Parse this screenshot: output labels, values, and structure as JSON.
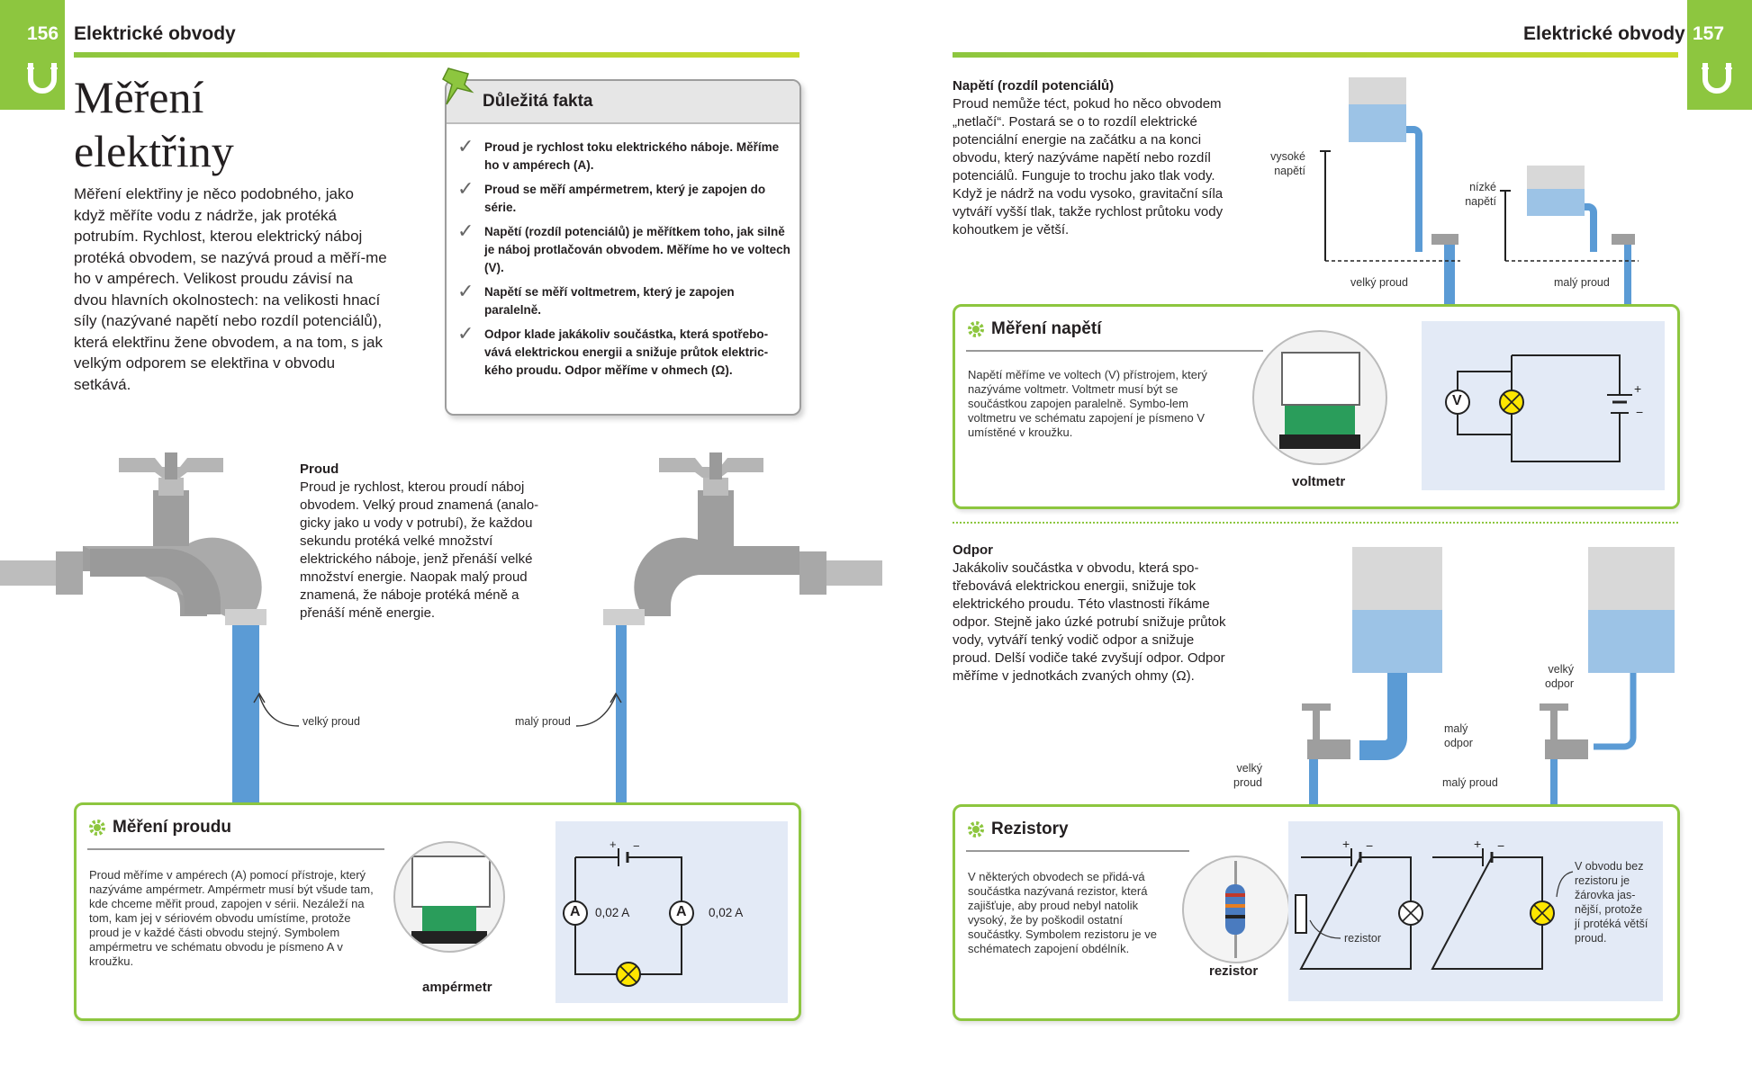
{
  "header": {
    "left_page_number": "156",
    "right_page_number": "157",
    "left_chapter": "Elektrické obvody",
    "right_chapter": "Elektrické obvody",
    "accent_color": "#8dc63f"
  },
  "title": {
    "line1": "Měření",
    "line2": "elektřiny"
  },
  "intro": "Měření elektřiny je něco podobného, jako když měříte vodu z nádrže, jak protéká potrubím. Rychlost, kterou elektrický náboj protéká obvodem, se nazývá proud a měří-me ho v ampérech. Velikost proudu závisí na dvou hlavních okolnostech: na velikosti hnací síly (nazývané napětí nebo rozdíl potenciálů), která elektřinu žene obvodem, a na tom, s jak velkým odporem se elektřina v obvodu setkává.",
  "facts": {
    "title": "Důležitá fakta",
    "items": [
      "Proud je rychlost toku elektrického náboje. Měříme ho v ampérech (A).",
      "Proud se měří ampérmetrem, který je zapojen do série.",
      "Napětí (rozdíl potenciálů) je měřítkem toho, jak silně je náboj protlačován obvodem. Měříme ho ve voltech (V).",
      "Napětí se měří voltmetrem, který je zapojen paralelně.",
      "Odpor klade jakákoliv součástka, která spotřebo-vává elektrickou energii a snižuje průtok elektric-kého proudu. Odpor měříme v ohmech (Ω)."
    ]
  },
  "proud": {
    "heading": "Proud",
    "text": "Proud je rychlost, kterou proudí náboj obvodem. Velký proud znamená (analo-gicky jako u vody v potrubí), že každou sekundu protéká velké množství elektrického náboje, jenž přenáší velké množství energie. Naopak malý proud znamená, že náboje protéká méně a přenáší méně energie.",
    "label_big": "velký proud",
    "label_small": "malý proud"
  },
  "mereni_proudu": {
    "title": "Měření proudu",
    "text": "Proud měříme v ampérech (A) pomocí přístroje, který nazýváme ampérmetr. Ampérmetr musí být všude tam, kde chceme měřit proud, zapojen v sérii. Nezáleží na tom, kam jej v sériovém obvodu umístíme, protože proud je v každé části obvodu stejný. Symbolem ampérmetru ve schématu obvodu je písmeno A v kroužku.",
    "device_label": "ampérmetr",
    "meter_symbol": "A",
    "reading_1": "0,02 A",
    "reading_2": "0,02 A"
  },
  "napeti": {
    "heading": "Napětí (rozdíl potenciálů)",
    "text": "Proud nemůže téct, pokud ho něco obvodem „netlačí“. Postará se o to rozdíl elektrické potenciální energie na začátku a na konci obvodu, který nazýváme napětí nebo rozdíl potenciálů. Funguje to trochu jako tlak vody. Když je nádrž na vodu vysoko, gravitační síla vytváří vyšší tlak, takže rychlost průtoku vody kohoutkem je větší.",
    "label_high": "vysoké napětí",
    "label_low": "nízké napětí",
    "label_big_flow": "velký proud",
    "label_small_flow": "malý proud"
  },
  "mereni_napeti": {
    "title": "Měření napětí",
    "text": "Napětí měříme ve voltech (V) přístrojem, který nazýváme voltmetr. Voltmetr musí být se součástkou zapojen paralelně. Symbo-lem voltmetru ve schématu zapojení je písmeno V umístěné v kroužku.",
    "device_label": "voltmetr",
    "meter_symbol": "V"
  },
  "odpor": {
    "heading": "Odpor",
    "text": "Jakákoliv součástka v obvodu, která spo-třebovává elektrickou energii, snižuje tok elektrického proudu. Této vlastnosti říkáme odpor. Stejně jako úzké potrubí snižuje průtok vody, vytváří tenký vodič odpor a snižuje proud. Delší vodiče také zvyšují odpor. Odpor měříme v jednotkách zvaných ohmy (Ω).",
    "label_small_resistance": "malý odpor",
    "label_big_flow": "velký proud",
    "label_big_resistance": "velký odpor",
    "label_small_flow": "malý proud"
  },
  "rezistory": {
    "title": "Rezistory",
    "text": "V některých obvodech se přidá-vá součástka nazývaná rezistor, která zajišťuje, aby proud nebyl natolik vysoký, že by poškodil ostatní součástky. Symbolem rezistoru je ve schématech zapojení obdélník.",
    "device_label": "rezistor",
    "resistor_label": "rezistor",
    "note": "V obvodu bez rezistoru je žárovka jas-nější, protože jí protéká větší proud."
  }
}
